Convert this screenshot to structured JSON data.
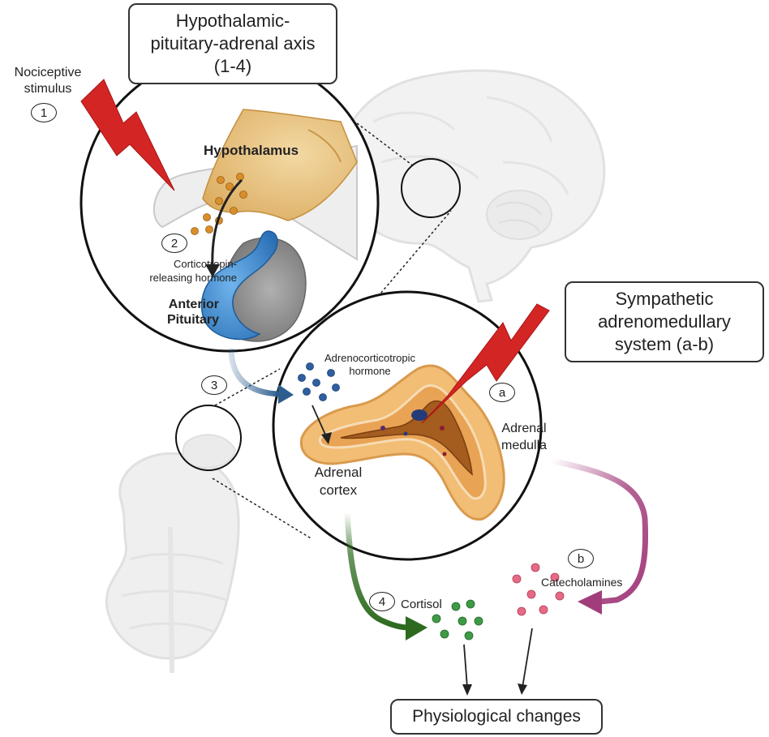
{
  "hpa_title_line1": "Hypothalamic-",
  "hpa_title_line2": "pituitary-adrenal axis",
  "hpa_title_line3": "(1-4)",
  "sam_title_line1": "Sympathetic",
  "sam_title_line2": "adrenomedullary",
  "sam_title_line3": "system (a-b)",
  "stimulus_line1": "Nociceptive",
  "stimulus_line2": "stimulus",
  "hypothalamus_label": "Hypothalamus",
  "crh_line1": "Corticotropin-",
  "crh_line2": "releasing hormone",
  "pituitary_line1": "Anterior",
  "pituitary_line2": "Pituitary",
  "acth_line1": "Adrenocorticotropic",
  "acth_line2": "hormone",
  "medulla_line1": "Adrenal",
  "medulla_line2": "medulla",
  "cortex_line1": "Adrenal",
  "cortex_line2": "cortex",
  "cortisol_label": "Cortisol",
  "catecholamines_label": "Catecholamines",
  "outcome_label": "Physiological changes",
  "steps": {
    "s1": "1",
    "s2": "2",
    "s3": "3",
    "s4": "4",
    "sa": "a",
    "sb": "b"
  },
  "colors": {
    "lightning": "#d42525",
    "hypothalamus": "#e7c27c",
    "pituitary_anterior": "#3f8fd2",
    "pituitary_posterior": "#8a8a8a",
    "acth_dots": "#2f5f9f",
    "acth_arrow": "#2c5d8f",
    "cortisol": "#3f9a45",
    "cortisol_arrow": "#2d6a1f",
    "catecholamines": "#e66a86",
    "catecholamine_arrow": "#a23d7c",
    "adrenal_outer": "#f0b56a",
    "adrenal_inner": "#c8782e"
  }
}
